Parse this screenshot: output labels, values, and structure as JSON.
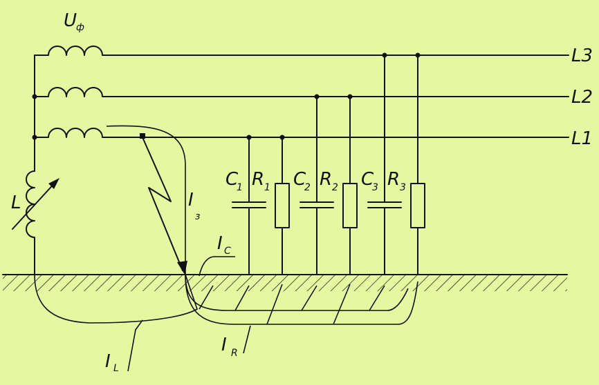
{
  "colors": {
    "background": "#e6f7a1",
    "ink": "#111111"
  },
  "labels": {
    "u_phase": "U",
    "u_phase_sub": "ф",
    "line_l3": "L3",
    "line_l2": "L2",
    "line_l1": "L1",
    "inductor": "L",
    "fault_current": "I",
    "fault_current_sub": "з",
    "cap_current": "I",
    "cap_current_sub": "C",
    "res_current": "I",
    "res_current_sub": "R",
    "ind_current": "I",
    "ind_current_sub": "L",
    "c1": "C",
    "c1_sub": "1",
    "r1": "R",
    "r1_sub": "1",
    "c2": "C",
    "c2_sub": "2",
    "r2": "R",
    "r2_sub": "2",
    "c3": "C",
    "c3_sub": "3",
    "r3": "R",
    "r3_sub": "3"
  }
}
